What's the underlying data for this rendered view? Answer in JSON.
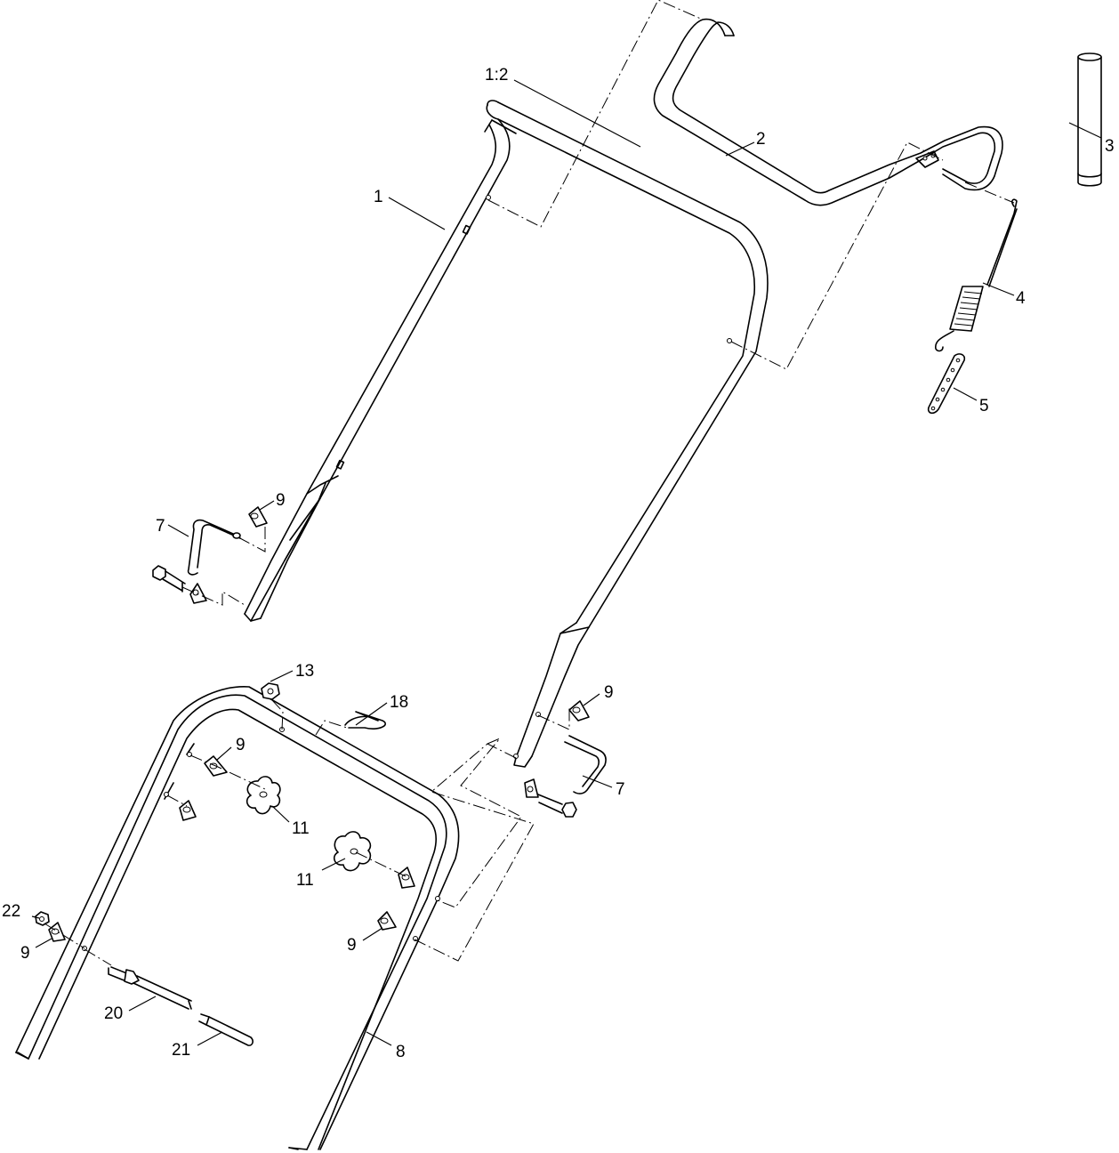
{
  "labels": {
    "lbl_1_2": "1:2",
    "lbl_1": "1",
    "lbl_2": "2",
    "lbl_3": "3",
    "lbl_4": "4",
    "lbl_5": "5",
    "lbl_7_upper": "7",
    "lbl_7_lower": "7",
    "lbl_8": "8",
    "lbl_9_a": "9",
    "lbl_9_b": "9",
    "lbl_9_c": "9",
    "lbl_9_d": "9",
    "lbl_9_e": "9",
    "lbl_11_a": "11",
    "lbl_11_b": "11",
    "lbl_13": "13",
    "lbl_18": "18",
    "lbl_20": "20",
    "lbl_21": "21",
    "lbl_22": "22"
  }
}
